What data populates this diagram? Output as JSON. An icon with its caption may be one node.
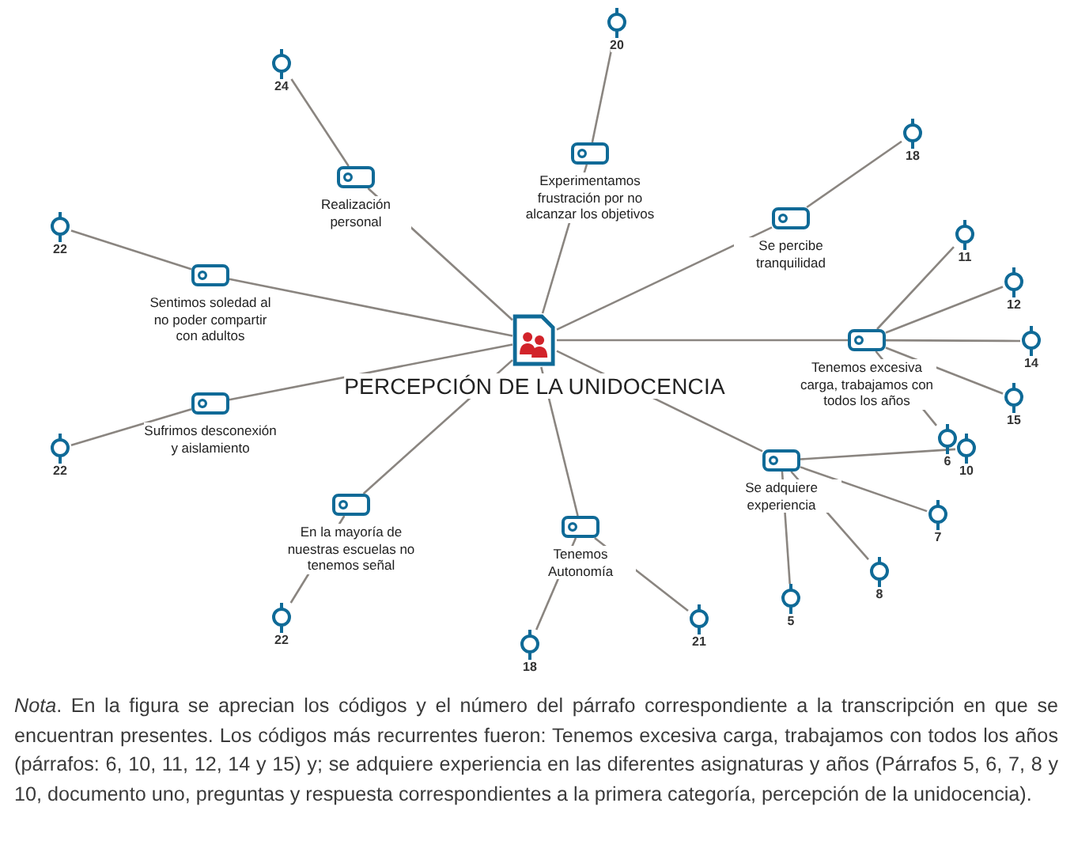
{
  "diagram": {
    "nodes": [
      {
        "text": [
          "PERCEPCIÓN DE LA UNIDOCENCIA"
        ]
      },
      {
        "text": [
          "Realización personal"
        ]
      },
      {
        "text": [
          "Experimentamos frustración por no alcanzar los objetivos"
        ]
      },
      {
        "text": [
          "Se percibe tranquilidad"
        ]
      },
      {
        "text": [
          "Sentimos soledad al no poder compartir con adultos"
        ]
      },
      {
        "text": [
          "Tenemos excesiva carga, trabajamos con todos los años"
        ]
      },
      {
        "text": [
          "Sufrimos desconexión y aislamiento"
        ]
      },
      {
        "text": [
          "En la mayoría de nuestras escuelas no tenemos señal"
        ]
      },
      {
        "text": [
          "Se adquiere experiencia"
        ]
      },
      {
        "text": [
          "Tenemos Autonomía"
        ]
      },
      {
        "text": [
          "24"
        ]
      },
      {
        "text": [
          "20"
        ]
      },
      {
        "text": [
          "18"
        ]
      },
      {
        "text": [
          "22"
        ]
      },
      {
        "text": [
          "11"
        ]
      },
      {
        "text": [
          "12"
        ]
      },
      {
        "text": [
          "14"
        ]
      },
      {
        "text": [
          "15"
        ]
      },
      {
        "text": [
          "22"
        ]
      },
      {
        "text": [
          "6"
        ]
      },
      {
        "text": [
          "10"
        ]
      },
      {
        "text": [
          "7"
        ]
      },
      {
        "text": [
          "8"
        ]
      },
      {
        "text": [
          "22"
        ]
      },
      {
        "text": [
          "5"
        ]
      },
      {
        "text": [
          "18"
        ]
      },
      {
        "text": [
          "21"
        ]
      }
    ],
    "edges": [
      {
        "from": 0,
        "to": 1,
        "arrow": "none"
      },
      {
        "from": 0,
        "to": 2,
        "arrow": "none"
      },
      {
        "from": 0,
        "to": 3,
        "arrow": "none"
      },
      {
        "from": 0,
        "to": 4,
        "arrow": "none"
      },
      {
        "from": 0,
        "to": 5,
        "arrow": "none"
      },
      {
        "from": 0,
        "to": 6,
        "arrow": "none"
      },
      {
        "from": 0,
        "to": 7,
        "arrow": "none"
      },
      {
        "from": 0,
        "to": 8,
        "arrow": "none"
      },
      {
        "from": 0,
        "to": 9,
        "arrow": "none"
      },
      {
        "from": 1,
        "to": 10,
        "arrow": "none"
      },
      {
        "from": 2,
        "to": 11,
        "arrow": "none"
      },
      {
        "from": 3,
        "to": 12,
        "arrow": "none"
      },
      {
        "from": 4,
        "to": 13,
        "arrow": "none"
      },
      {
        "from": 5,
        "to": 14,
        "arrow": "none"
      },
      {
        "from": 5,
        "to": 15,
        "arrow": "none"
      },
      {
        "from": 5,
        "to": 16,
        "arrow": "none"
      },
      {
        "from": 5,
        "to": 17,
        "arrow": "none"
      },
      {
        "from": 5,
        "to": 19,
        "arrow": "none"
      },
      {
        "from": 6,
        "to": 18,
        "arrow": "none"
      },
      {
        "from": 7,
        "to": 23,
        "arrow": "none"
      },
      {
        "from": 8,
        "to": 20,
        "arrow": "none"
      },
      {
        "from": 8,
        "to": 21,
        "arrow": "none"
      },
      {
        "from": 8,
        "to": 22,
        "arrow": "none"
      },
      {
        "from": 8,
        "to": 24,
        "arrow": "none"
      },
      {
        "from": 9,
        "to": 25,
        "arrow": "none"
      },
      {
        "from": 9,
        "to": 26,
        "arrow": "none"
      }
    ],
    "caption": "*Nota*. En la figura se aprecian los códigos y el número del párrafo correspondiente a la transcripción en que se encuentran presentes. Los códigos más recurrentes fueron: Tenemos excesiva carga, trabajamos con todos los años (párrafos: 6, 10, 11, 12, 14 y 15) y; se adquiere experiencia en las diferentes asignaturas y años (Párrafos 5, 6, 7, 8 y 10, documento uno, preguntas y respuesta correspondientes a la primera categoría, percepción de la unidocencia)."
  }
}
